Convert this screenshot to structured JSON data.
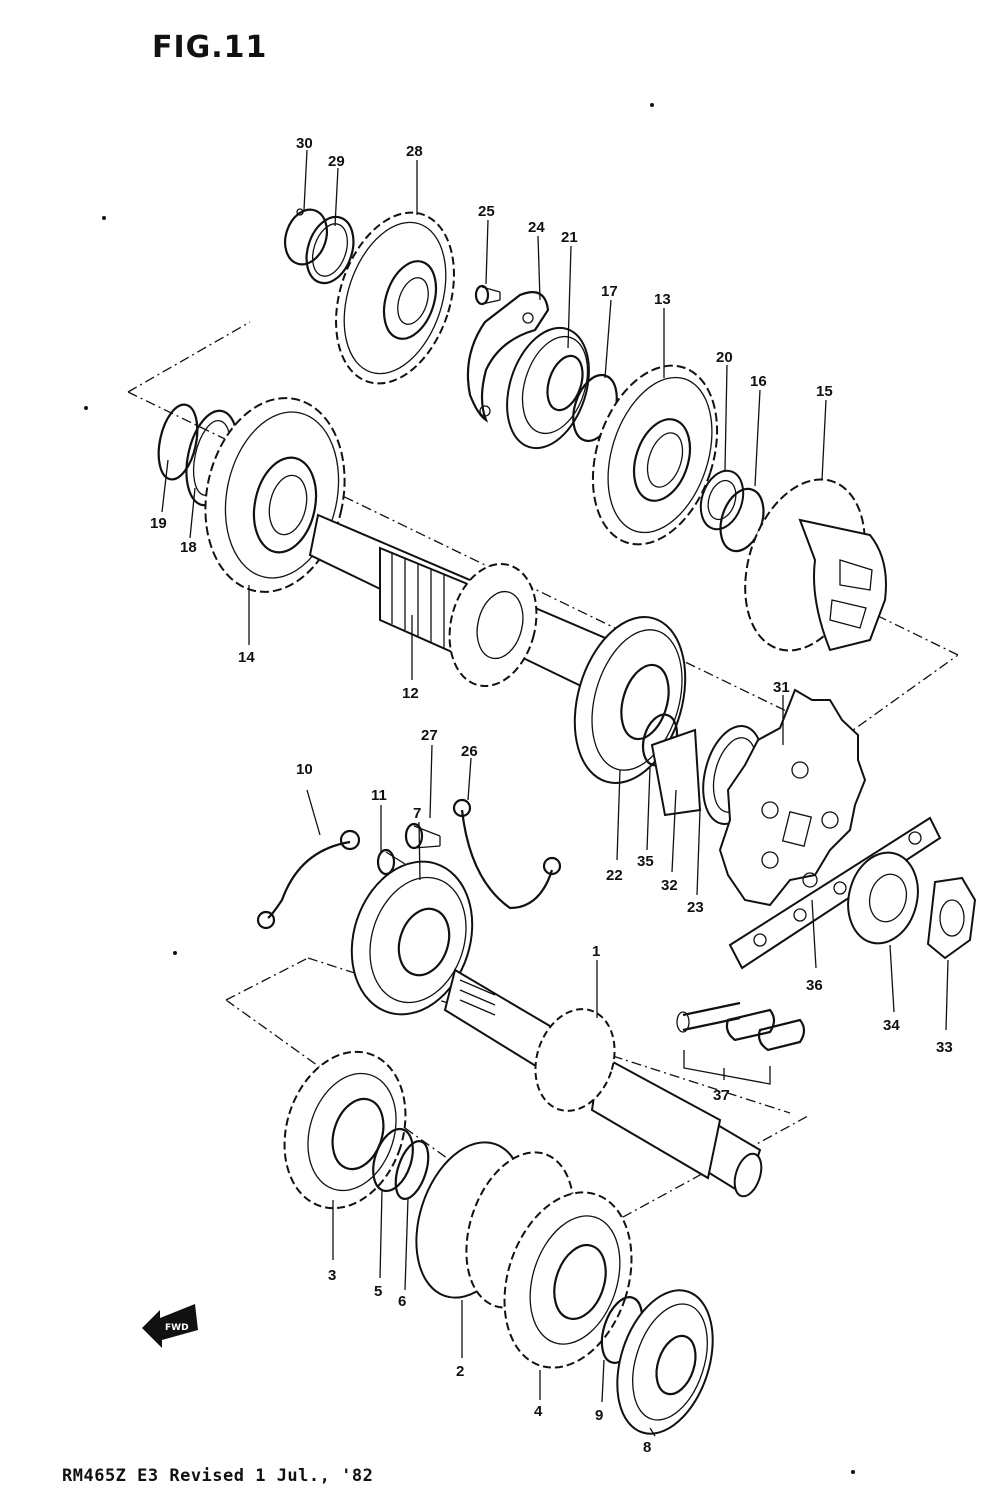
{
  "figure": {
    "title": "FIG.11",
    "footer": "RM465Z E3 Revised 1 Jul., '82",
    "arrow_text": "FWD"
  },
  "callouts": [
    "1",
    "2",
    "3",
    "4",
    "5",
    "6",
    "7",
    "8",
    "9",
    "10",
    "11",
    "12",
    "13",
    "14",
    "15",
    "16",
    "17",
    "18",
    "19",
    "20",
    "21",
    "22",
    "23",
    "24",
    "25",
    "26",
    "27",
    "28",
    "29",
    "30",
    "31",
    "32",
    "33",
    "34",
    "35",
    "36",
    "37"
  ]
}
